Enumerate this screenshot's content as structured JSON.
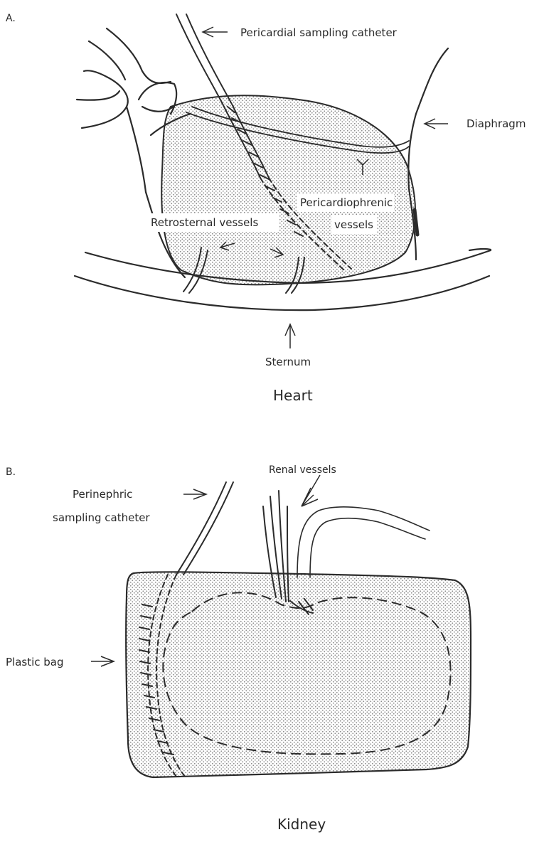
{
  "panel_a": {
    "letter": "A.",
    "caption": "Heart",
    "labels": {
      "pericardial_catheter": "Pericardial sampling catheter",
      "diaphragm": "Diaphragm",
      "pericardiophrenic_line1": "Pericardiophrenic",
      "pericardiophrenic_line2": "vessels",
      "retrosternal": "Retrosternal vessels",
      "sternum": "Sternum"
    }
  },
  "panel_b": {
    "letter": "B.",
    "caption": "Kidney",
    "labels": {
      "renal_vessels": "Renal vessels",
      "perinephric_line1": "Perinephric",
      "perinephric_line2": "sampling catheter",
      "plastic_bag": "Plastic bag"
    }
  },
  "colors": {
    "ink": "#2b2b2b",
    "dot": "#8a8a8a",
    "background": "#ffffff"
  }
}
